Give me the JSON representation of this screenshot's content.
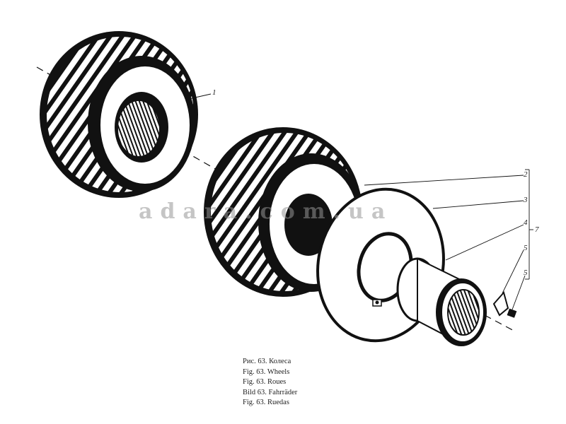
{
  "callouts": {
    "c1": "1",
    "c2": "2",
    "c3": "3",
    "c4": "4",
    "c5a": "5",
    "c5b": "5",
    "c7": "7"
  },
  "watermark": "adara.com.ua",
  "caption": {
    "ru": "Рис. 63. Колеса",
    "en": "Fig. 63. Wheels",
    "fr": "Fig. 63. Roues",
    "de": "Bild 63. Fahrräder",
    "es": "Fig. 63. Ruedas"
  },
  "colors": {
    "ink": "#111111",
    "watermark": "#969696",
    "paper": "#ffffff"
  }
}
